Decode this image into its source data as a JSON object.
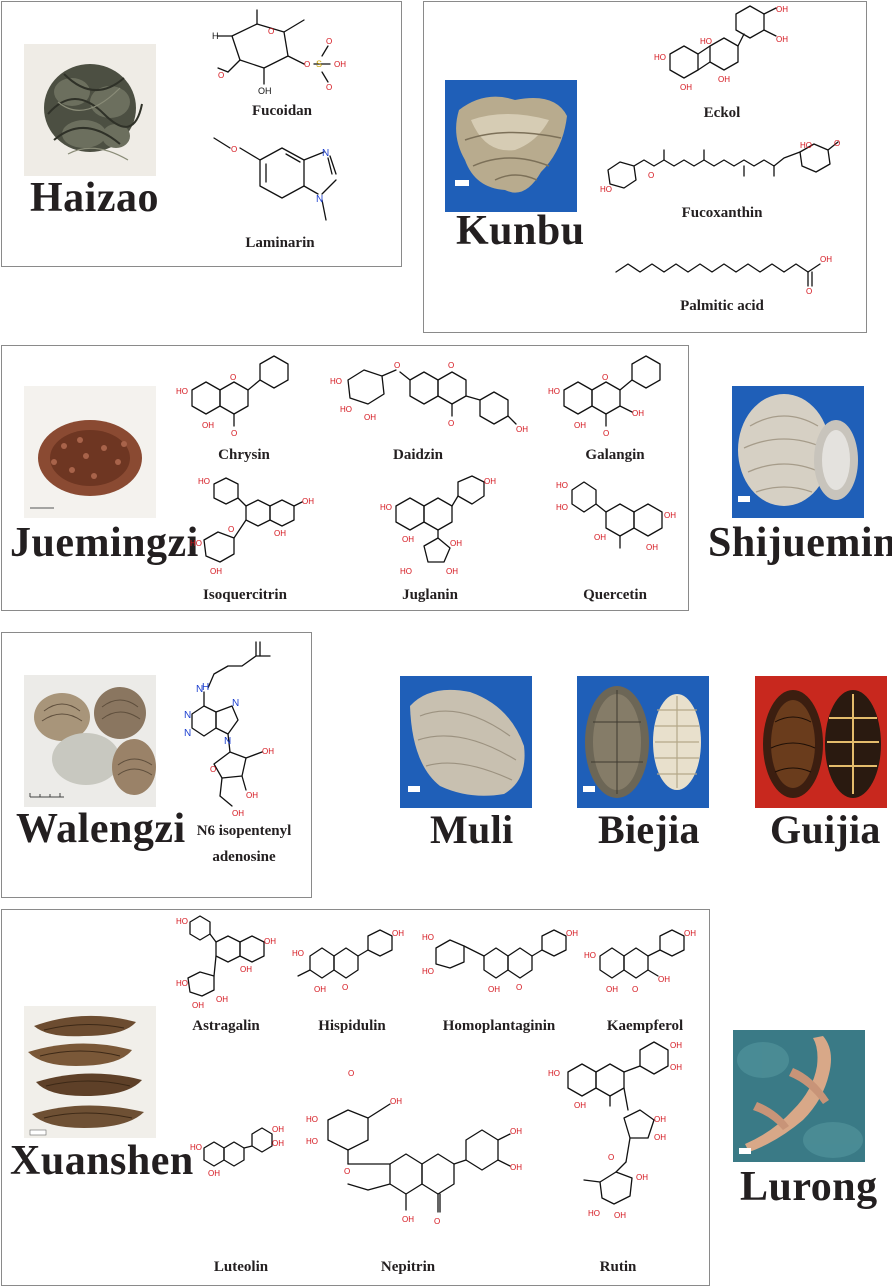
{
  "colors": {
    "oxygen": "#d4141c",
    "nitrogen": "#1c3fd0",
    "sulfur": "#c9a200",
    "bond": "#111111",
    "herb_label": "#231f20",
    "photo_blue_bg": "#1f5fb8",
    "photo_red_bg": "#c8281e",
    "panel_border": "#8a8a8a"
  },
  "panels": [
    {
      "herb": "Haizao",
      "photo": "dried-seaweed-photo",
      "compounds": [
        "Fucoidan",
        "Laminarin"
      ]
    },
    {
      "herb": "Kunbu",
      "photo": "kelp-photo",
      "compounds": [
        "Eckol",
        "Fucoxanthin",
        "Palmitic acid"
      ]
    },
    {
      "herb": "Juemingzi",
      "photo": "cassia-seed-photo",
      "compounds": [
        "Chrysin",
        "Daidzin",
        "Galangin",
        "Isoquercitrin",
        "Juglanin",
        "Quercetin"
      ]
    },
    {
      "herb": "Walengzi",
      "photo": "ark-shell-photo",
      "compounds": [
        "N6 isopentenyl",
        "adenosine"
      ]
    },
    {
      "herb": "Xuanshen",
      "photo": "figwort-root-photo",
      "compounds": [
        "Astragalin",
        "Hispidulin",
        "Homoplantaginin",
        "Kaempferol",
        "Luteolin",
        "Nepitrin",
        "Rutin"
      ]
    }
  ],
  "standalone": [
    "Shijueming",
    "Muli",
    "Biejia",
    "Guijia",
    "Lurong"
  ],
  "atom_labels": {
    "oh": "OH",
    "ho": "HO",
    "o": "O",
    "n": "N",
    "s": "S",
    "h": "H"
  }
}
